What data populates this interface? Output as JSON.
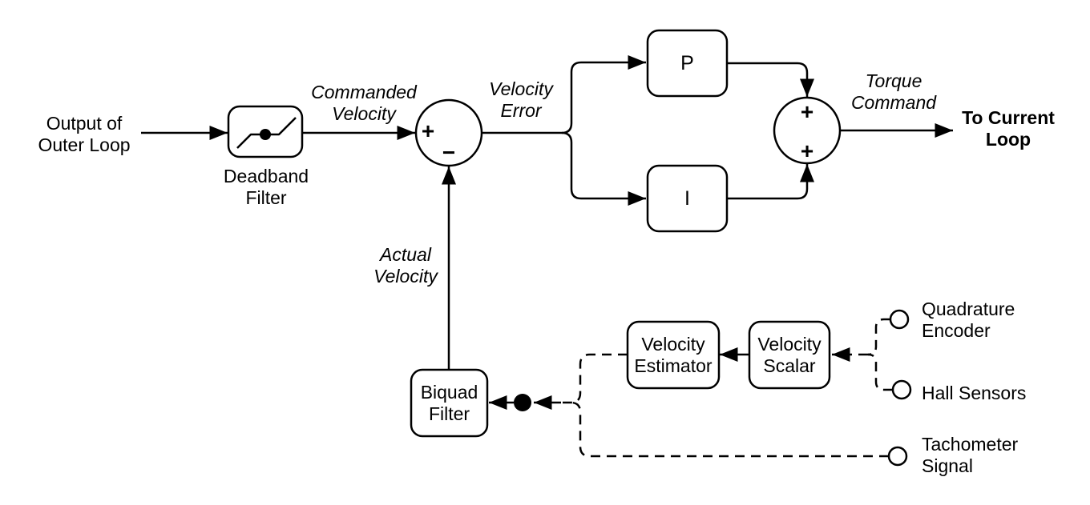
{
  "colors": {
    "ink": "#000000",
    "background": "#ffffff"
  },
  "labels": {
    "source": {
      "line1": "Output of",
      "line2": "Outer Loop"
    },
    "deadband": {
      "line1": "Deadband",
      "line2": "Filter"
    },
    "commanded_velocity": {
      "line1": "Commanded",
      "line2": "Velocity"
    },
    "velocity_error": {
      "line1": "Velocity",
      "line2": "Error"
    },
    "torque_command": {
      "line1": "Torque",
      "line2": "Command"
    },
    "to_current_loop": {
      "line1": "To Current",
      "line2": "Loop"
    },
    "actual_velocity": {
      "line1": "Actual",
      "line2": "Velocity"
    },
    "p_block": "P",
    "i_block": "I",
    "biquad": {
      "line1": "Biquad",
      "line2": "Filter"
    },
    "velocity_estimator": {
      "line1": "Velocity",
      "line2": "Estimator"
    },
    "velocity_scalar": {
      "line1": "Velocity",
      "line2": "Scalar"
    },
    "quadrature_encoder": {
      "line1": "Quadrature",
      "line2": "Encoder"
    },
    "hall_sensors": {
      "line1": "Hall Sensors"
    },
    "tachometer_signal": {
      "line1": "Tachometer",
      "line2": "Signal"
    }
  },
  "signs": {
    "sum1_plus": "+",
    "sum1_minus": "−",
    "sum2_top_plus": "+",
    "sum2_bottom_plus": "+"
  }
}
